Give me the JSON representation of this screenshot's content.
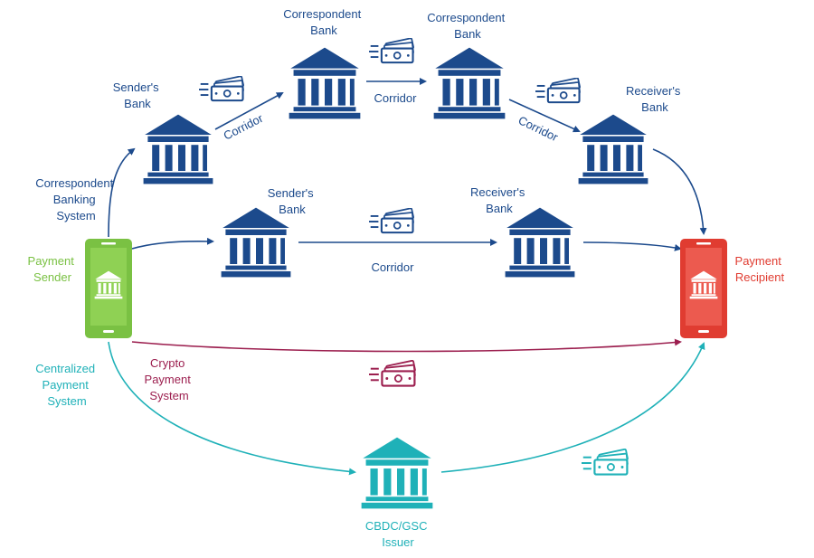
{
  "colors": {
    "bank_blue": "#1c4a8c",
    "sender_green": "#7ac143",
    "recipient_red": "#e03c31",
    "crypto_maroon": "#9c1f4f",
    "cbdc_teal": "#1fb1b8"
  },
  "labels": {
    "senders_bank_top": [
      "Sender's",
      "Bank"
    ],
    "correspondent_bank_1": [
      "Correspondent",
      "Bank"
    ],
    "correspondent_bank_2": [
      "Correspondent",
      "Bank"
    ],
    "receivers_bank_top": [
      "Receiver's",
      "Bank"
    ],
    "senders_bank_mid": [
      "Sender's",
      "Bank"
    ],
    "receivers_bank_mid": [
      "Receiver's",
      "Bank"
    ],
    "correspondent_banking_system": [
      "Correspondent",
      "Banking",
      "System"
    ],
    "payment_sender": [
      "Payment",
      "Sender"
    ],
    "payment_recipient": [
      "Payment",
      "Recipient"
    ],
    "centralized_payment_system": [
      "Centralized",
      "Payment",
      "System"
    ],
    "crypto_payment_system": [
      "Crypto",
      "Payment",
      "System"
    ],
    "cbdc_issuer": [
      "CBDC/GSC",
      "Issuer"
    ],
    "corridor_1": "Corridor",
    "corridor_2": "Corridor",
    "corridor_3": "Corridor",
    "corridor_mid": "Corridor"
  },
  "icons": {
    "bank": "bank-icon",
    "money": "banknote-icon",
    "phone": "smartphone-icon"
  }
}
